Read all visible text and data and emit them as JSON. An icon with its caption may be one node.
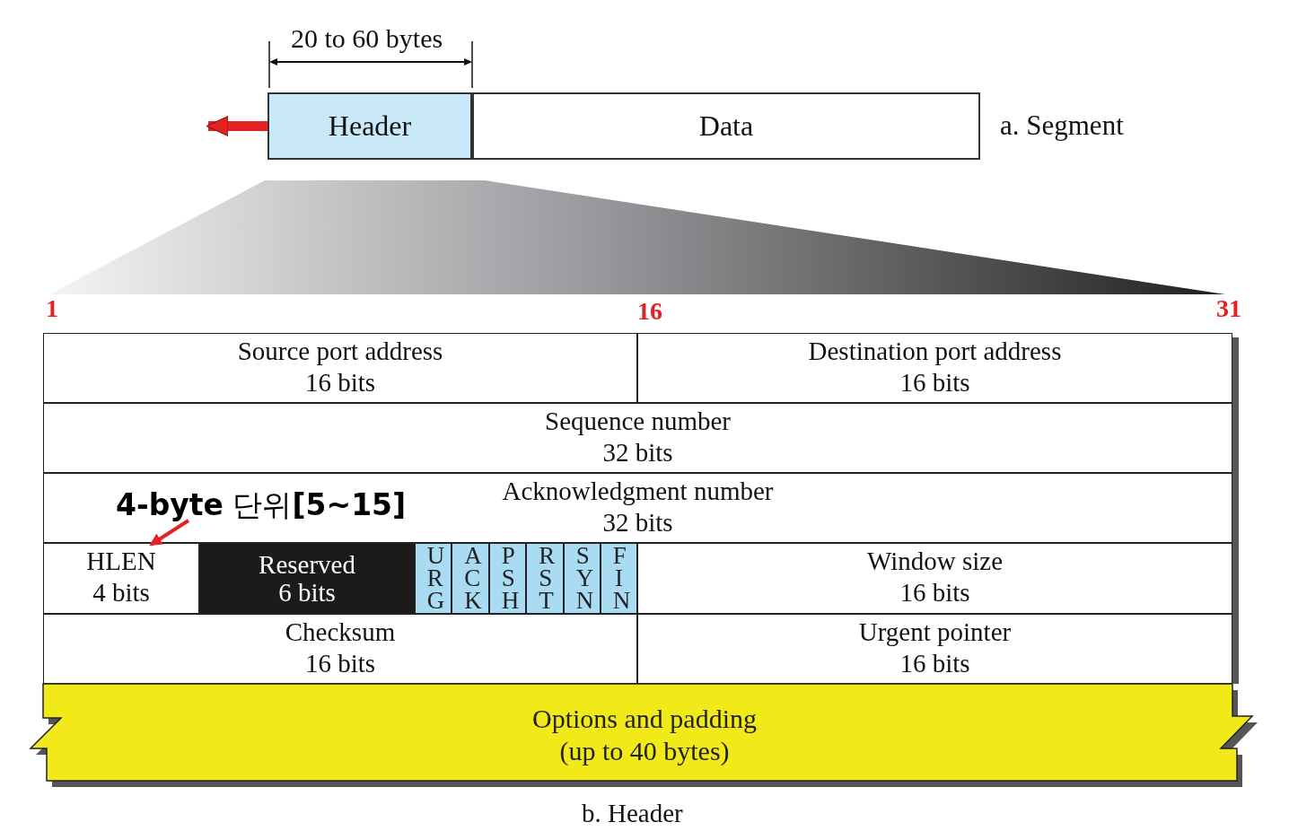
{
  "diagram": {
    "nodes": [
      {
        "text": [
          "Header"
        ]
      },
      {
        "text": [
          "Data"
        ]
      },
      {
        "text": [
          "Source port address",
          "16 bits"
        ]
      },
      {
        "text": [
          "Destination port address",
          "16 bits"
        ]
      },
      {
        "text": [
          "Sequence number",
          "32 bits"
        ]
      },
      {
        "text": [
          "Acknowledgment number",
          "32 bits"
        ]
      },
      {
        "text": [
          "HLEN",
          "4 bits"
        ]
      },
      {
        "text": [
          "Reserved",
          "6 bits"
        ]
      },
      {
        "text": [
          "URG"
        ]
      },
      {
        "text": [
          "ACK"
        ]
      },
      {
        "text": [
          "PSH"
        ]
      },
      {
        "text": [
          "RST"
        ]
      },
      {
        "text": [
          "SYN"
        ]
      },
      {
        "text": [
          "FIN"
        ]
      },
      {
        "text": [
          "Window size",
          "16 bits"
        ]
      },
      {
        "text": [
          "Checksum",
          "16 bits"
        ]
      },
      {
        "text": [
          "Urgent pointer",
          "16 bits"
        ]
      },
      {
        "text": [
          "Options and padding",
          "(up to 40 bytes)"
        ]
      },
      {
        "text": [
          "**4-byte** 단위**[5~15]**"
        ],
        "in": 5
      }
    ],
    "edges": [
      {
        "from": 0,
        "to": null,
        "arrow": "to",
        "style": "thick"
      },
      {
        "from": 18,
        "to": 6,
        "arrow": "to"
      }
    ],
    "labels": [
      "20 to 60 bytes",
      "a. Segment",
      "1",
      "16",
      "31",
      "b. Header"
    ]
  }
}
